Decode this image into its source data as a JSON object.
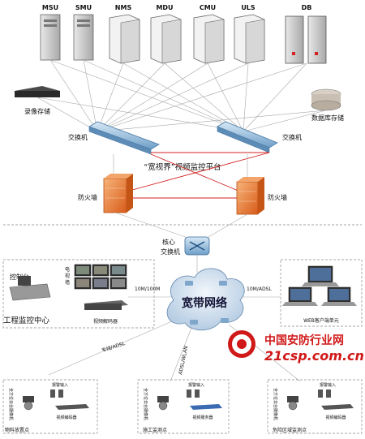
{
  "servers": [
    {
      "label": "MSU"
    },
    {
      "label": "SMU"
    },
    {
      "label": "NMS"
    },
    {
      "label": "MDU"
    },
    {
      "label": "CMU"
    },
    {
      "label": "ULS"
    },
    {
      "label": "DB"
    }
  ],
  "storage": {
    "video_storage": "录像存储",
    "db_storage": "数据库存储"
  },
  "switches": {
    "left": "交换机",
    "right": "交换机",
    "core": "核心\n交换机",
    "core_line1": "核心",
    "core_line2": "交换机"
  },
  "platform_title": "“宽视界”视频监控平台",
  "firewalls": {
    "left": "防火墙",
    "right": "防火墙"
  },
  "cloud_label": "宽带网络",
  "links": {
    "left": "10M/100M",
    "right": "10M/ADSL",
    "dedicated": "专线/ADSL",
    "wlan": "ADSL/WLAN"
  },
  "engineering_center": {
    "title": "工程监控中心",
    "console": "控制台",
    "tv_wall_1": "电",
    "tv_wall_2": "视",
    "tv_wall_3": "墙",
    "decoder": "视频解码器"
  },
  "web_client": "WEB客户端单元",
  "sites": [
    {
      "name": "物料放置点",
      "alarm_input": "报警输入",
      "encoder": "视频编码器",
      "camera_vertical": "全方位云台摄像机"
    },
    {
      "name": "施工监测点",
      "alarm_input": "报警输入",
      "encoder": "视频服务器",
      "camera_vertical": "全方位云台摄像机"
    },
    {
      "name": "危险区域监测点",
      "alarm_input": "报警输入",
      "encoder": "视频编码器",
      "camera_vertical": "全方位云台摄像机"
    }
  ],
  "watermark": {
    "cn": "中国安防行业网",
    "url": "21csp.com.cn"
  },
  "colors": {
    "firewall": "#e8782a",
    "switch": "#8fb8d8",
    "cloud": "#cfe0f0",
    "watermark": "#d01818",
    "redline": "#d42020"
  }
}
